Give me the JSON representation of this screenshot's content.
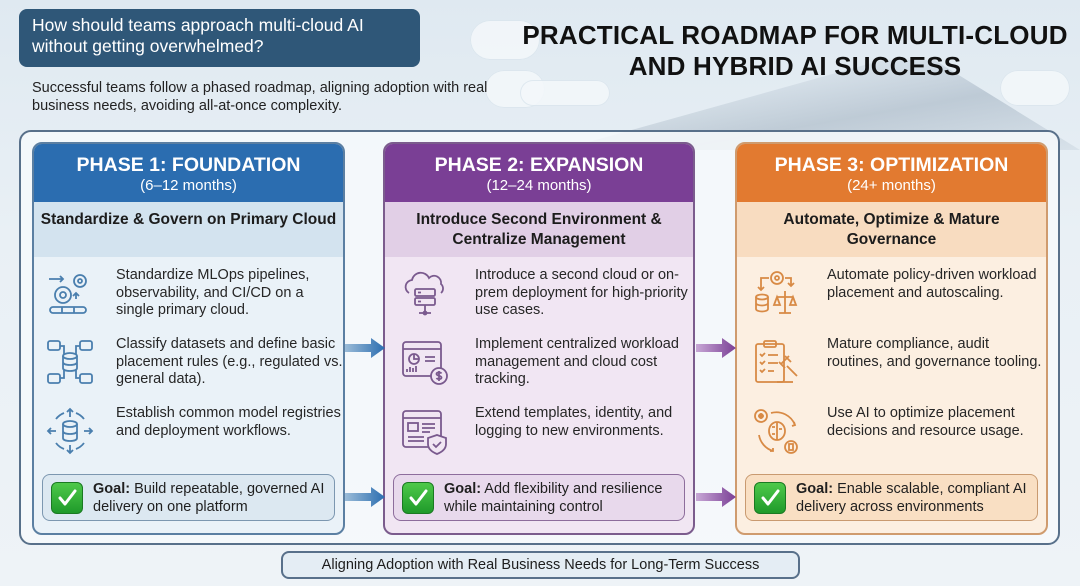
{
  "question": "How should teams approach multi-cloud AI without getting overwhelmed?",
  "intro": "Successful teams follow a phased roadmap, aligning adoption with real business needs, avoiding all-at-once complexity.",
  "title": "PRACTICAL ROADMAP FOR MULTI-CLOUD AND HYBRID AI SUCCESS",
  "colors": {
    "phase1": "#2b6db0",
    "phase2": "#7a3f95",
    "phase3": "#e27a30",
    "goal_check": "#2aa834",
    "question_bg": "#2f5778"
  },
  "phases": [
    {
      "title": "PHASE 1: FOUNDATION",
      "duration": "(6–12 months)",
      "subtitle": "Standardize & Govern on Primary Cloud",
      "items": [
        {
          "icon": "gears-pipeline-icon",
          "text": "Standardize MLOps pipelines, observability, and CI/CD on a single primary cloud."
        },
        {
          "icon": "data-classification-icon",
          "text": "Classify datasets and define basic placement rules (e.g., regulated vs. general data)."
        },
        {
          "icon": "database-registry-icon",
          "text": "Establish common model registries and deployment workflows."
        }
      ],
      "goal_label": "Goal:",
      "goal_text": "Build repeatable, governed AI delivery on one platform"
    },
    {
      "title": "PHASE 2: EXPANSION",
      "duration": "(12–24 months)",
      "subtitle": "Introduce Second Environment & Centralize Management",
      "items": [
        {
          "icon": "cloud-server-icon",
          "text": "Introduce a second cloud or on-prem deployment for high-priority use cases."
        },
        {
          "icon": "cost-dashboard-icon",
          "text": "Implement centralized workload management and cloud cost tracking."
        },
        {
          "icon": "template-shield-icon",
          "text": "Extend templates, identity, and logging to new environments."
        }
      ],
      "goal_label": "Goal:",
      "goal_text": "Add flexibility and resilience while maintaining control"
    },
    {
      "title": "PHASE 3: OPTIMIZATION",
      "duration": "(24+ months)",
      "subtitle": "Automate, Optimize & Mature Governance",
      "items": [
        {
          "icon": "policy-scale-icon",
          "text": "Automate policy-driven workload placement and autoscaling."
        },
        {
          "icon": "compliance-gavel-icon",
          "text": "Mature compliance, audit routines, and governance tooling."
        },
        {
          "icon": "ai-brain-cycle-icon",
          "text": "Use AI to optimize placement decisions and resource usage."
        }
      ],
      "goal_label": "Goal:",
      "goal_text": "Enable scalable, compliant AI delivery across environments"
    }
  ],
  "footer": "Aligning Adoption with Real Business Needs for Long-Term Success"
}
